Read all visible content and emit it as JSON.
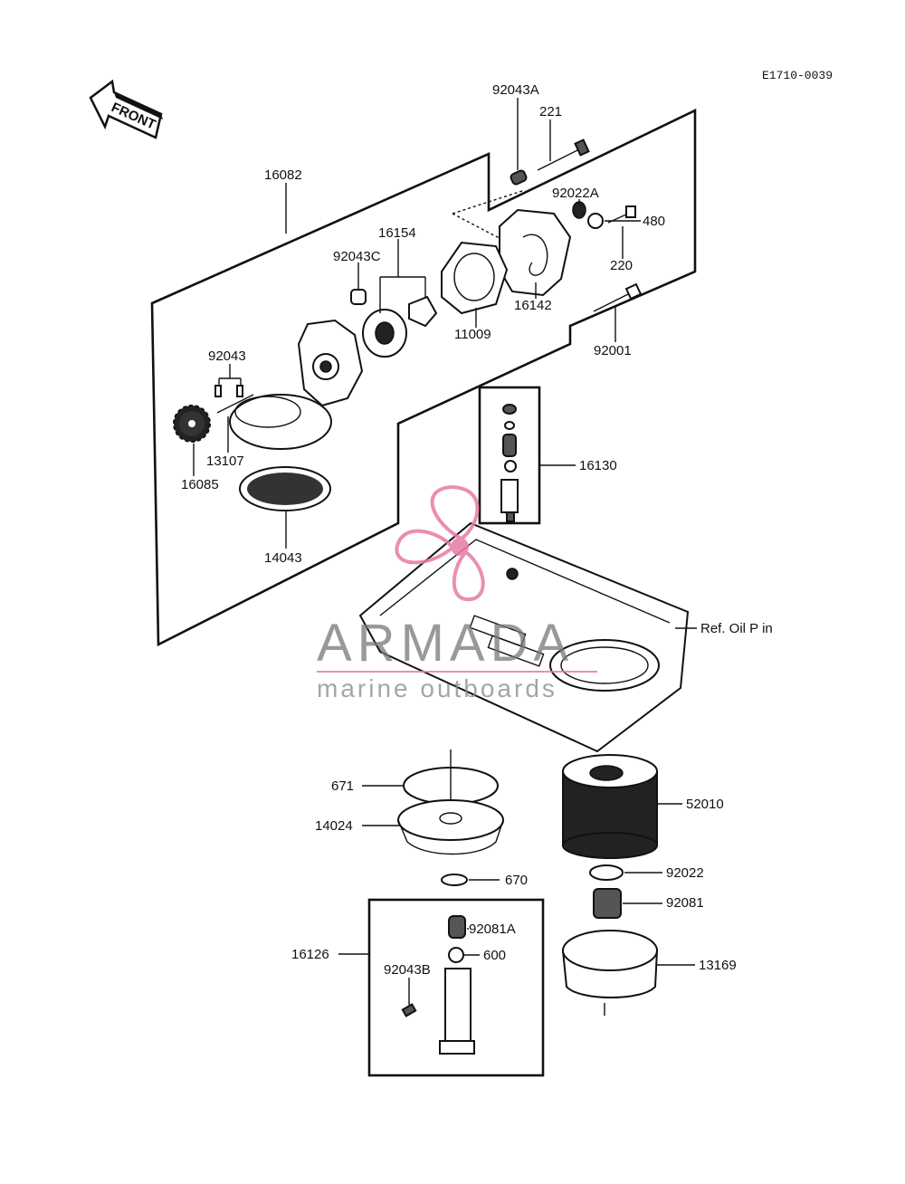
{
  "diagram_code": "E1710-0039",
  "front_label": "FRONT",
  "watermark": {
    "brand": "ARMADA",
    "tagline": "marine outboards",
    "accent_color": "#e87aa6"
  },
  "ref_note": "Ref. Oil P in",
  "parts": {
    "p92043A": "92043A",
    "p221": "221",
    "p16082": "16082",
    "p92022A": "92022A",
    "p480": "480",
    "p16154": "16154",
    "p92043C": "92043C",
    "p220": "220",
    "p16142": "16142",
    "p11009": "11009",
    "p92001": "92001",
    "p92043": "92043",
    "p13107": "13107",
    "p16085": "16085",
    "p16130": "16130",
    "p14043": "14043",
    "p671": "671",
    "p52010": "52010",
    "p14024": "14024",
    "p670": "670",
    "p92022": "92022",
    "p92081": "92081",
    "p92081A": "92081A",
    "p16126": "16126",
    "p600": "600",
    "p92043B": "92043B",
    "p13169": "13169"
  }
}
